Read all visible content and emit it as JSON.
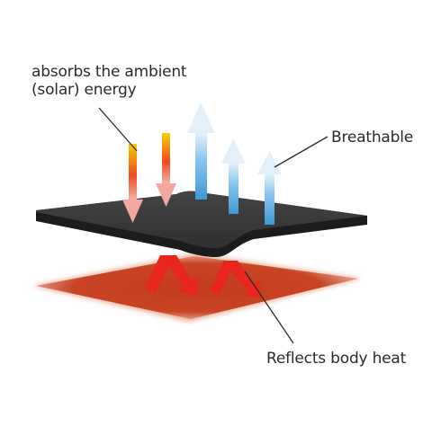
{
  "labels": {
    "absorbs_line1": "absorbs the ambient",
    "absorbs_line2": "(solar) energy",
    "breathable": "Breathable",
    "reflects": "Reflects body heat"
  },
  "colors": {
    "fabric_top": "#3a3a3a",
    "fabric_edge": "#1e1e1e",
    "heat_layer": "#c0391f",
    "heat_glow": "#e8b9a4",
    "warm_arrow_top": "#f6d000",
    "warm_arrow_bottom": "#e8261e",
    "cool_arrow_top": "#e8f3fb",
    "cool_arrow_bottom": "#3f9fd8",
    "reflect_arrow": "#e8261e"
  },
  "icons": [
    "solar-energy-arrow",
    "breathable-arrow",
    "reflected-heat-arrow"
  ]
}
